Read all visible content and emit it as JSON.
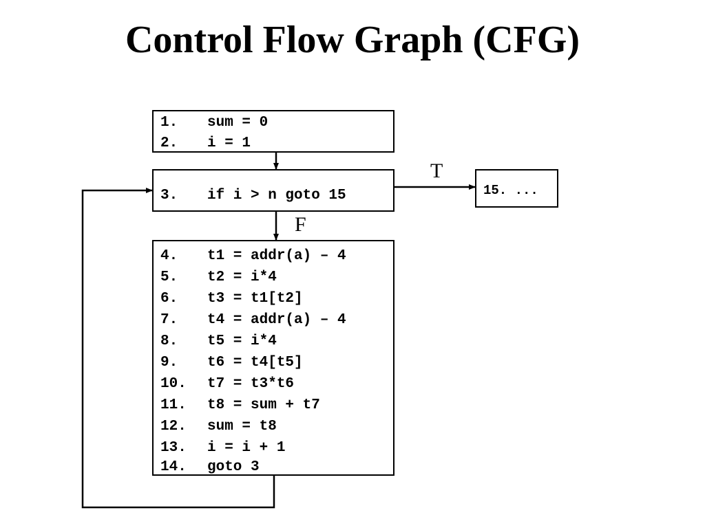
{
  "title": "Control Flow Graph (CFG)",
  "blocks": {
    "b1": {
      "lines": [
        {
          "num": "1.",
          "code": "sum = 0"
        },
        {
          "num": "2.",
          "code": "i = 1"
        }
      ]
    },
    "b2": {
      "lines": [
        {
          "num": "3.",
          "code": "if i > n goto 15"
        }
      ]
    },
    "b3": {
      "lines": [
        {
          "num": "4.",
          "code": "t1 = addr(a) – 4"
        },
        {
          "num": "5.",
          "code": "t2 = i*4"
        },
        {
          "num": "6.",
          "code": "t3 = t1[t2]"
        },
        {
          "num": "7.",
          "code": "t4 = addr(a) – 4"
        },
        {
          "num": "8.",
          "code": "t5 = i*4"
        },
        {
          "num": "9.",
          "code": "t6 = t4[t5]"
        },
        {
          "num": "10.",
          "code": "t7 = t3*t6"
        },
        {
          "num": "11.",
          "code": "t8 = sum + t7"
        },
        {
          "num": "12.",
          "code": "sum = t8"
        },
        {
          "num": "13.",
          "code": "i = i + 1"
        },
        {
          "num": "14.",
          "code": "goto 3"
        }
      ]
    },
    "b4": {
      "text": "15. ..."
    }
  },
  "edges": {
    "true_label": "T",
    "false_label": "F"
  }
}
